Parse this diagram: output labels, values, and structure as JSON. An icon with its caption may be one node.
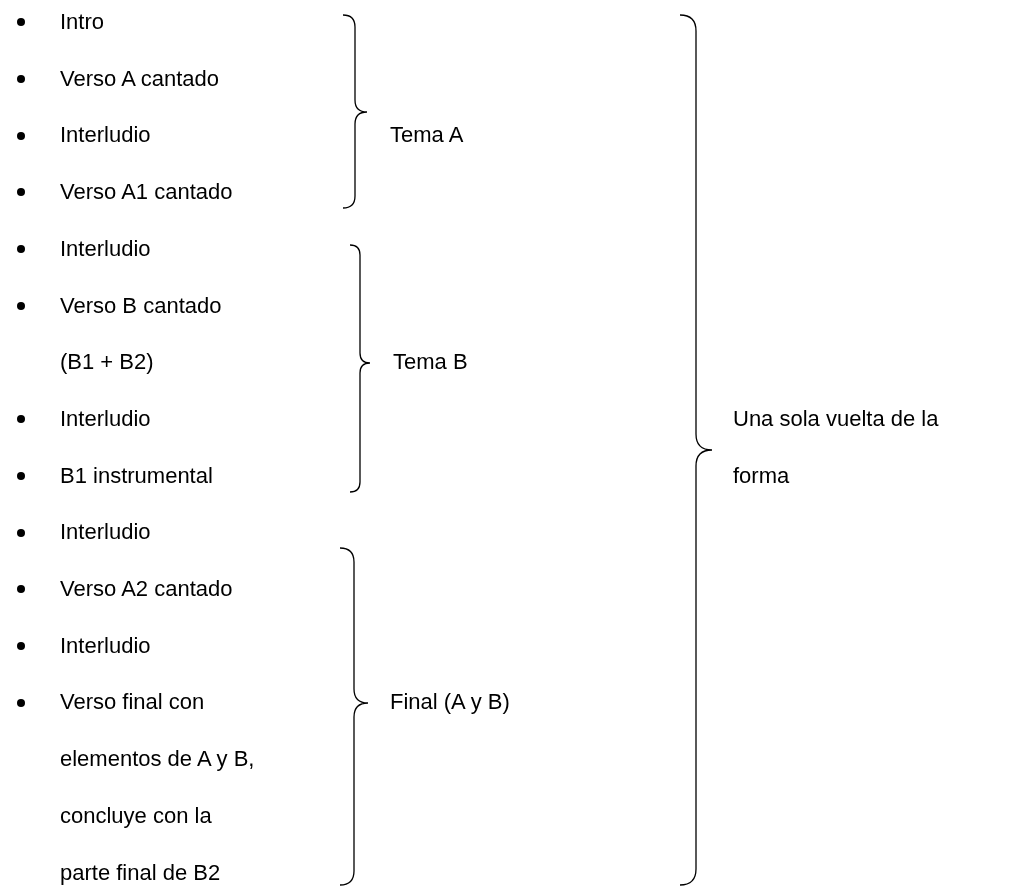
{
  "diagram": {
    "labels": [
      "Intro",
      "Verso A cantado",
      "Interludio",
      "Verso A1 cantado",
      "Interludio",
      "Verso B cantado (B1 + B2)",
      "Interludio",
      "B1 instrumental",
      "Interludio",
      "Verso A2 cantado",
      "Interludio",
      "Verso final con elementos de A y B, concluye con la parte final de B2",
      "Tema A",
      "Tema B",
      "Final (A y B)",
      "Una sola vuelta de la forma"
    ]
  }
}
